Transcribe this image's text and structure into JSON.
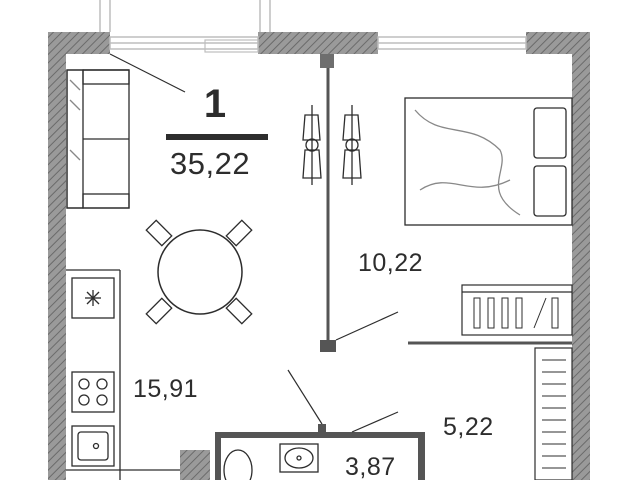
{
  "apartment": {
    "rooms_count": "1",
    "total_area": "35,22"
  },
  "rooms": [
    {
      "key": "bedroom",
      "area": "10,22"
    },
    {
      "key": "living-kitchen",
      "area": "15,91"
    },
    {
      "key": "hallway",
      "area": "5,22"
    },
    {
      "key": "bathroom",
      "area": "3,87"
    }
  ],
  "colors": {
    "wall": "#8a8a8a",
    "wall_dark": "#6e6e6e",
    "line": "#2d2d2d",
    "text": "#2d2d2d",
    "background": "#ffffff"
  }
}
